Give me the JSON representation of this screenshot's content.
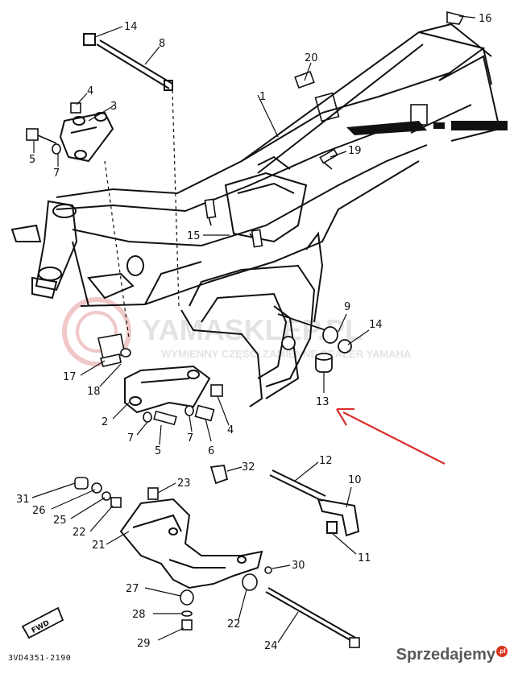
{
  "diagram": {
    "code": "3VD4351-2190",
    "fwd_label": "FWD",
    "part_numbers": [
      "1",
      "2",
      "3",
      "4",
      "4",
      "5",
      "5",
      "6",
      "7",
      "7",
      "7",
      "8",
      "9",
      "10",
      "11",
      "12",
      "13",
      "14",
      "14",
      "15",
      "16",
      "17",
      "18",
      "19",
      "20",
      "21",
      "22",
      "22",
      "23",
      "24",
      "25",
      "26",
      "27",
      "28",
      "29",
      "30",
      "31",
      "32"
    ]
  },
  "watermark": {
    "title": "YAMASKLEP.PL",
    "subtitle": "WYMIENNY CZĘŚCI ZAMIENNE DEALER YAMAHA"
  },
  "branding": {
    "site": "Sprzedajemy",
    "tld": ".pl"
  },
  "colors": {
    "line": "#111111",
    "arrow": "#d9302c",
    "watermark": "#e3e3e3",
    "watermark_logo": "#f0c8c8"
  }
}
